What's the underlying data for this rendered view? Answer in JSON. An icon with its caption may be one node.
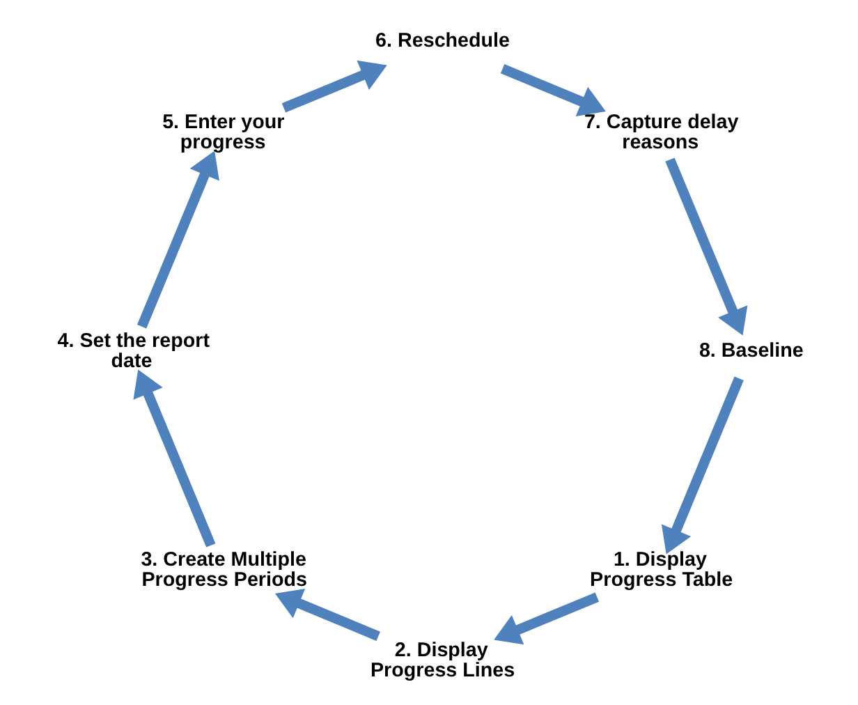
{
  "diagram": {
    "nodes": [
      {
        "text": [
          "1. Display Progress Table"
        ]
      },
      {
        "text": [
          "2. Display Progress Lines"
        ]
      },
      {
        "text": [
          "3. Create Multiple Progress Periods"
        ]
      },
      {
        "text": [
          "4. Set the report date"
        ]
      },
      {
        "text": [
          "5. Enter your progress"
        ]
      },
      {
        "text": [
          "6. Reschedule"
        ]
      },
      {
        "text": [
          "7. Capture delay reasons"
        ]
      },
      {
        "text": [
          "8. Baseline"
        ]
      }
    ],
    "edges": [
      {
        "from": 7,
        "to": 0,
        "arrow": "to"
      },
      {
        "from": 0,
        "to": 1,
        "arrow": "to"
      },
      {
        "from": 1,
        "to": 2,
        "arrow": "to"
      },
      {
        "from": 2,
        "to": 3,
        "arrow": "to"
      },
      {
        "from": 3,
        "to": 4,
        "arrow": "to"
      },
      {
        "from": 4,
        "to": 5,
        "arrow": "to"
      },
      {
        "from": 5,
        "to": 6,
        "arrow": "to"
      },
      {
        "from": 6,
        "to": 7,
        "arrow": "to"
      }
    ]
  }
}
